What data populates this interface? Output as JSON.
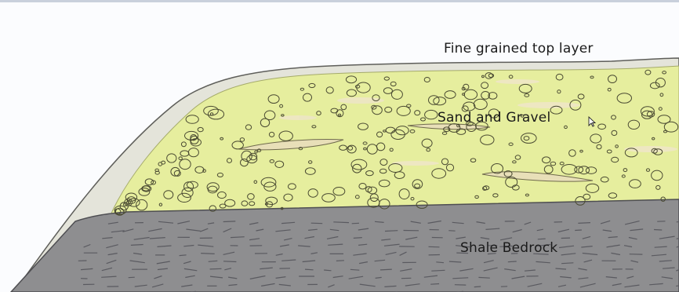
{
  "diagram": {
    "layers": [
      {
        "label": "Fine grained top layer",
        "color": "#e4e4da"
      },
      {
        "label": "Sand and Gravel",
        "color": "#e6ee9e"
      },
      {
        "label": "Shale Bedrock",
        "color": "#8e8e90"
      }
    ]
  },
  "cursor": {
    "icon": "mouse-pointer-icon"
  }
}
